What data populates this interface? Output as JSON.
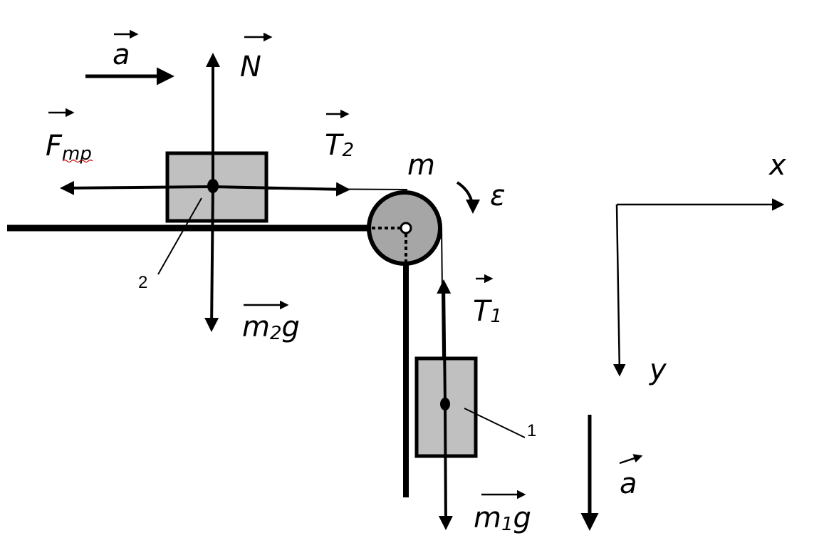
{
  "labels": {
    "accel_top": "a",
    "normal": "N",
    "friction_main": "F",
    "friction_sub": "mp",
    "tension2_main": "T",
    "tension2_sub": "2",
    "pulley_mass": "m",
    "angular_accel": "ε",
    "gravity2_m": "m",
    "gravity2_sub": "2",
    "gravity2_g": "g",
    "tension1_main": "T",
    "tension1_sub": "1",
    "gravity1_m": "m",
    "gravity1_sub": "1",
    "gravity1_g": "g",
    "accel_bottom": "a",
    "axis_x": "x",
    "axis_y": "y",
    "body2_number": "2",
    "body1_number": "1"
  },
  "colors": {
    "block_fill": "#c0c0c0",
    "pulley_fill": "#a6a6a6",
    "ink": "#000000",
    "squiggle": "#c00000"
  }
}
